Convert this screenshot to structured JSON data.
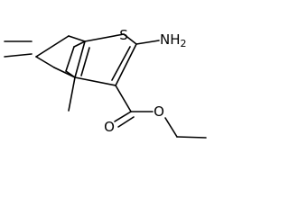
{
  "structure": {
    "atoms": {
      "sulfur": "S",
      "amine_element": "NH",
      "amine_subscript": "2",
      "ester_oxygen": "O",
      "carbonyl_oxygen": "O"
    }
  },
  "colors": {
    "bond": "#000000",
    "label": "#000000",
    "background": "#ffffff"
  }
}
